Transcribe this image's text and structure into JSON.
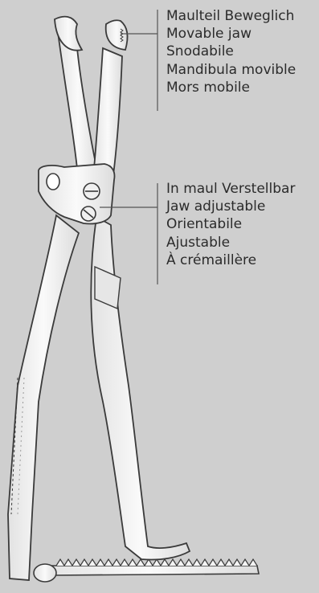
{
  "callouts": [
    {
      "part": "movable-jaw",
      "labels": [
        "Maulteil Beweglich",
        "Movable jaw",
        "Snodabile",
        "Mandibula movible",
        "Mors mobile"
      ]
    },
    {
      "part": "adjustable-jaw",
      "labels": [
        "In maul Verstellbar",
        "Jaw adjustable",
        "Orientabile",
        "Ajustable",
        "À crémaillère"
      ]
    }
  ],
  "colors": {
    "background": "#cfcfcf",
    "instrument_fill": "#f4f4f4",
    "instrument_stroke": "#3a3a3a",
    "leader_line": "#555555",
    "text": "#2b2b2b"
  }
}
